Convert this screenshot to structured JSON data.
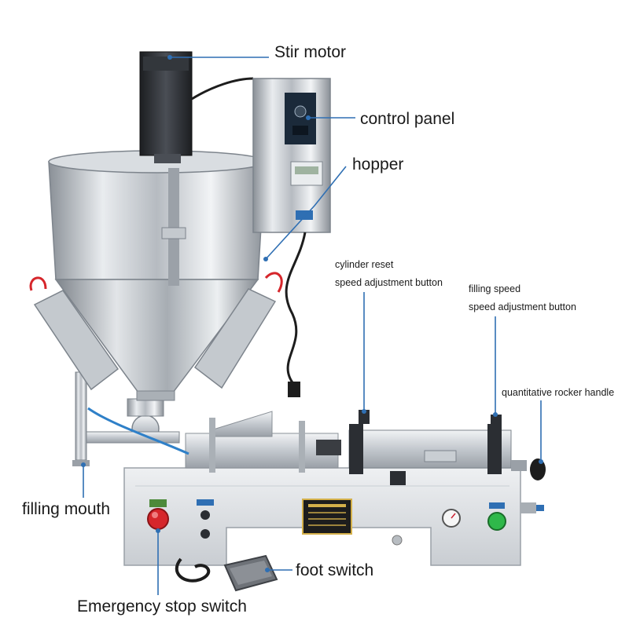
{
  "labels": {
    "stir_motor": "Stir motor",
    "control_panel": "control panel",
    "hopper": "hopper",
    "cylinder_reset_line1": "cylinder reset",
    "cylinder_reset_line2": "speed adjustment button",
    "filling_speed_line1": "filling speed",
    "filling_speed_line2": "speed adjustment button",
    "rocker_handle": "quantitative rocker handle",
    "filling_mouth": "filling mouth",
    "foot_switch": "foot switch",
    "emergency_stop": "Emergency stop switch"
  },
  "colors": {
    "leader": "#2f6fb3",
    "steel_light": "#e4e7ea",
    "steel_mid": "#b9bec4",
    "steel_dark": "#7d848c",
    "motor": "#2b2e33",
    "estop_red": "#d6262b",
    "start_green": "#2fb84a",
    "label_plate": "#d4b04a",
    "foot_pedal": "#6e7278"
  }
}
